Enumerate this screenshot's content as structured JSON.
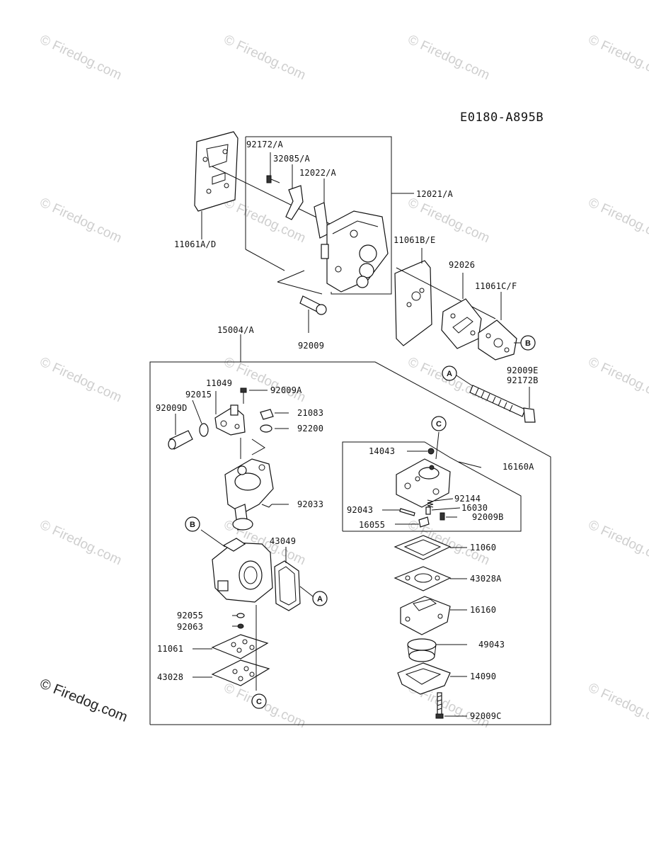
{
  "diagram": {
    "code": "E0180-A895B",
    "watermark_text": "© Firedog.com",
    "brand_text": "© Firedog.com",
    "labels": {
      "p92172A": "92172/A",
      "p32085A": "32085/A",
      "p12022A": "12022/A",
      "p12021A": "12021/A",
      "p11061AD": "11061A/D",
      "p11061BE": "11061B/E",
      "p92026": "92026",
      "p11061CF": "11061C/F",
      "p92009": "92009",
      "p15004A": "15004/A",
      "p92009E": "92009E",
      "p92172B": "92172B",
      "p11049": "11049",
      "p92015": "92015",
      "p92009A": "92009A",
      "p92009D": "92009D",
      "p21083": "21083",
      "p92200": "92200",
      "p14043": "14043",
      "p16160A": "16160A",
      "p92033": "92033",
      "p92144": "92144",
      "p92043": "92043",
      "p16030": "16030",
      "p16055": "16055",
      "p92009B": "92009B",
      "p43049": "43049",
      "p11060": "11060",
      "p43028A": "43028A",
      "p92055": "92055",
      "p92063": "92063",
      "p16160": "16160",
      "p11061": "11061",
      "p49043": "49043",
      "p43028": "43028",
      "p14090": "14090",
      "p92009C": "92009C"
    },
    "callouts": {
      "a": "A",
      "b": "B",
      "c": "C"
    }
  }
}
